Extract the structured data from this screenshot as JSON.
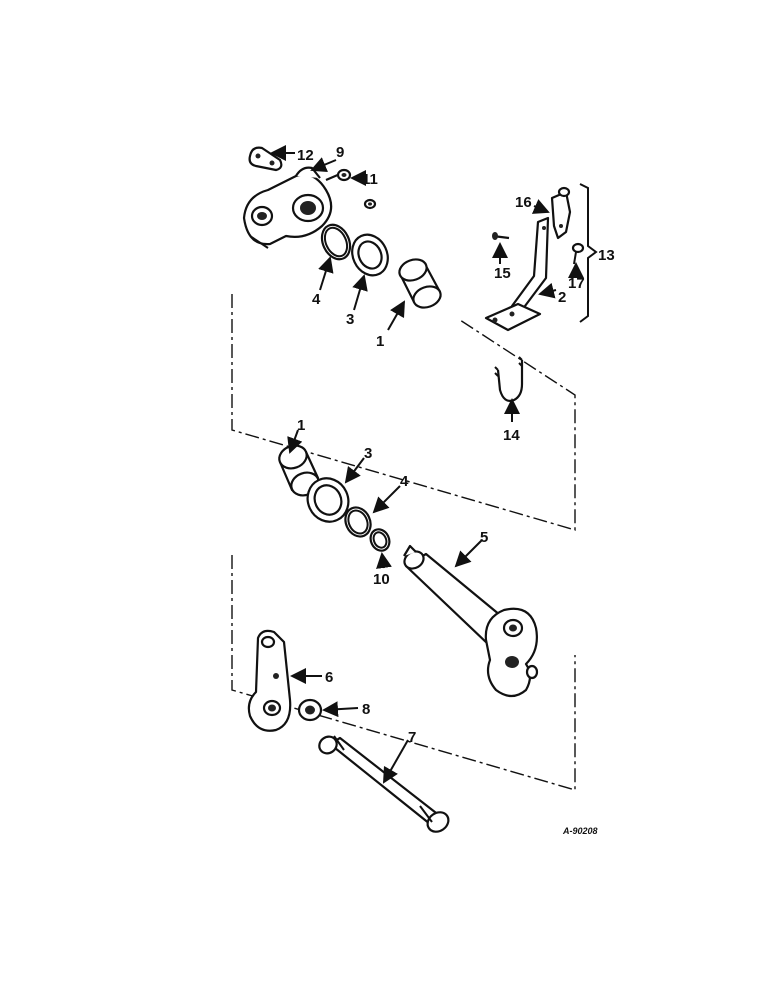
{
  "diagram": {
    "figure_number": "A-90208",
    "callouts": {
      "c1a": "1",
      "c1b": "1",
      "c2": "2",
      "c3a": "3",
      "c3b": "3",
      "c4a": "4",
      "c4b": "4",
      "c5": "5",
      "c6": "6",
      "c7": "7",
      "c8": "8",
      "c9": "9",
      "c10": "10",
      "c11": "11",
      "c12": "12",
      "c13": "13",
      "c14": "14",
      "c15": "15",
      "c16": "16",
      "c17": "17"
    }
  }
}
